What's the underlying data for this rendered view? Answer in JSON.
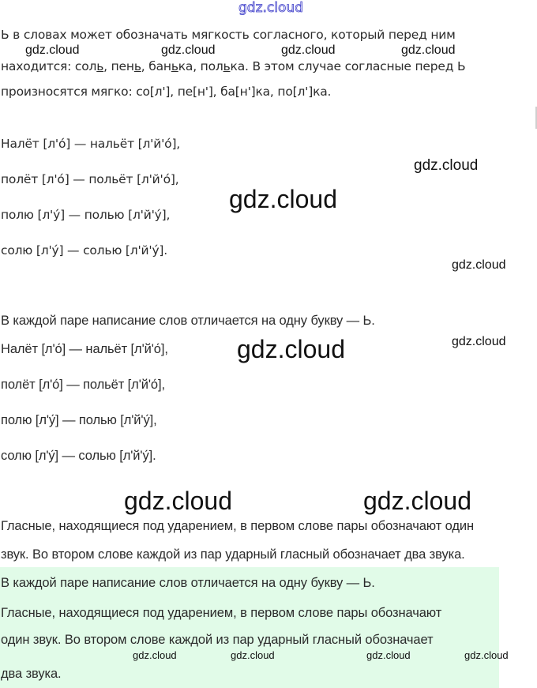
{
  "watermark": {
    "text": "gdz.cloud",
    "top_color": "#3838c8"
  },
  "intro": {
    "line1": "Ь в словах может обозначать мягкость согласного, который перед ним",
    "line2_prefix": "находится: сол",
    "w1_mark": "ь",
    "sep1": ", пен",
    "w2_mark": "ь",
    "sep2": ", бан",
    "w3_mark": "ь",
    "sep3": "ка, пол",
    "w4_mark": "ь",
    "line2_suffix": "ка. В этом случае согласные перед Ь",
    "line3": "произносятся мягко: со[л'], пе[н'], ба[н']ка, по[л']ка."
  },
  "pairs_block1": [
    "Налёт [л'о́] — нальёт [л'й'о́],",
    "полёт [л'о́] — польёт [л'й'о́],",
    "полю [л'у́] — полью [л'й'у́],",
    "солю [л'у́] — солью [л'й'у́]."
  ],
  "section2": {
    "heading": "В каждой паре написание слов отличается на одну букву — Ь.",
    "pairs": [
      "Налёт [л'о́] — нальёт [л'й'о́],",
      "полёт [л'о́] — польёт [л'й'о́],",
      "полю [л'у́] — полью [л'й'у́],",
      "солю [л'у́] — солью [л'й'у́]."
    ],
    "conclusion_line1": "Гласные, находящиеся под ударением, в первом слове пары обозначают один",
    "conclusion_line2": "звук. Во втором слове каждой из пар ударный гласный обозначает два звука."
  },
  "answer_box": {
    "background": "#e1fbe8",
    "line1": "В каждой паре написание слов отличается на одну букву — Ь.",
    "line2": "Гласные, находящиеся под ударением, в первом слове пары обозначают",
    "line3": "один звук. Во втором слове каждой из пар ударный гласный обозначает",
    "line4": "два звука."
  }
}
